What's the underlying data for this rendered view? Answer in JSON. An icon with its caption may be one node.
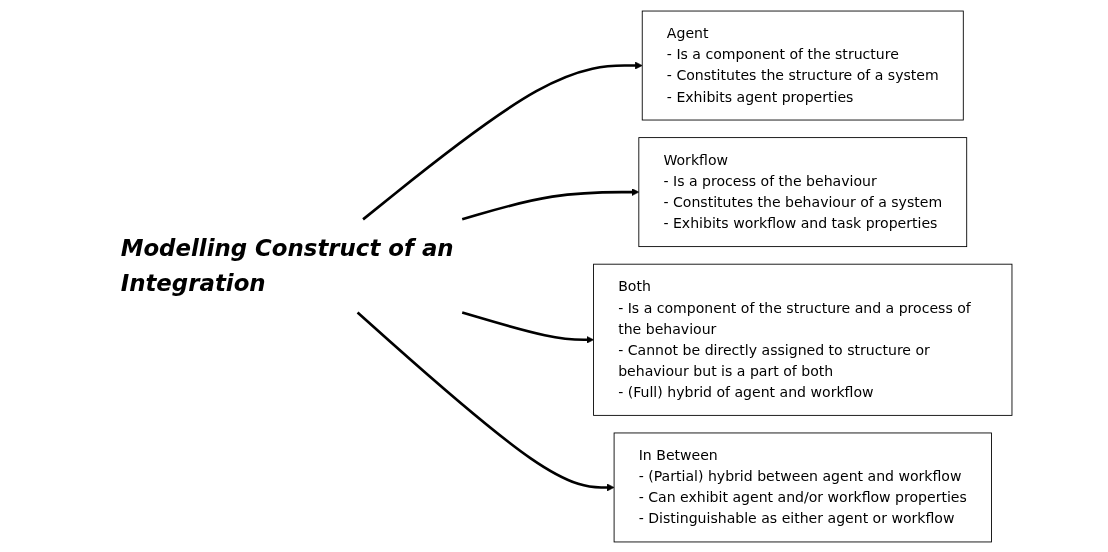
{
  "diagram": {
    "nodes": [
      {
        "text": [
          "Agent",
          "- Is a component of the structure",
          "- Constitutes the structure of a system",
          "- Exhibits agent properties"
        ]
      },
      {
        "text": [
          "Workflow",
          "- Is a process of the behaviour",
          "- Constitutes the behaviour of a system",
          "- Exhibits workflow and task properties"
        ]
      },
      {
        "text": [
          "Modelling Construct of an Integration"
        ]
      },
      {
        "text": [
          "Both",
          "- Is a component of the structure and a process of the behaviour",
          "- Cannot be directly assigned to structure or behaviour but is a part of both",
          "- (Full) hybrid of agent and workflow"
        ]
      },
      {
        "text": [
          "In Between",
          "- (Partial) hybrid between agent and workflow",
          "- Can exhibit agent and/or workflow properties",
          "- Distinguishable as either agent or workflow"
        ]
      }
    ],
    "edges": [
      {
        "from": 2,
        "to": 0,
        "arrow": "to"
      },
      {
        "from": 2,
        "to": 1,
        "arrow": "to"
      },
      {
        "from": 2,
        "to": 3,
        "arrow": "to"
      },
      {
        "from": 2,
        "to": 4,
        "arrow": "to"
      }
    ]
  }
}
